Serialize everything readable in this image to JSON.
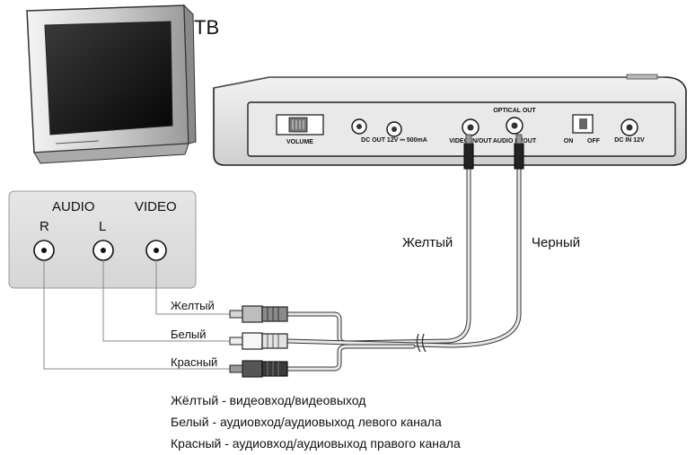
{
  "tv": {
    "label": "ТВ"
  },
  "device": {
    "volume_label": "VOLUME",
    "dc_out_label": "DC OUT 12V ⎓ 500mA",
    "video_label": "VIDEO IN/OUT",
    "optical_label": "OPTICAL OUT",
    "audio_label": "AUDIO IN/OUT",
    "on_label": "ON",
    "off_label": "OFF",
    "dc_in_label": "DC IN 12V"
  },
  "tv_panel": {
    "audio_title": "AUDIO",
    "video_title": "VIDEO",
    "jack_r": "R",
    "jack_l": "L"
  },
  "cables": {
    "yellow_label": "Желтый",
    "black_label": "Черный"
  },
  "plugs": {
    "yellow": "Желтый",
    "white": "Белый",
    "red": "Красный"
  },
  "legend": [
    "Жёлтый - видеовход/видеовыход",
    "Белый - аудиовход/аудиовыход левого канала",
    "Красный - аудиовход/аудиовыход правого канала"
  ]
}
